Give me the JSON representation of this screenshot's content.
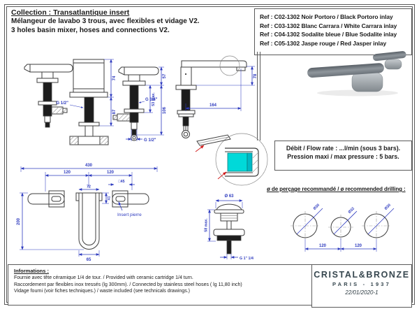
{
  "header": {
    "collection": "Collection : Transatlantique insert",
    "subtitle_fr": "Mélangeur de lavabo 3 trous, avec flexibles et vidage V2.",
    "subtitle_en": "3 holes basin mixer, hoses and connections V2."
  },
  "refs": {
    "items": [
      "Ref : C02-1302 Noir Portoro / Black Portoro inlay",
      "Ref : C03-1302 Blanc Carrara / White Carrara inlay",
      "Ref : C04-1302 Sodalite bleue / Blue Sodalite inlay",
      "Ref : C05-1302 Jaspe rouge / Red Jasper inlay"
    ]
  },
  "flow": {
    "line1": "Débit / Flow rate : ...l/min (sous 3 bars).",
    "line2": "Pression maxi / max pressure : 5 bars."
  },
  "drilling": {
    "heading": "ø de perçage recommandé / ø recommended drilling :",
    "hole_left": "Ø30",
    "hole_center": "Ø32",
    "hole_right": "Ø30",
    "spacing_left": "120",
    "spacing_right": "120"
  },
  "dims": {
    "valve_front": {
      "thread": "G 1/2\"",
      "height_top": "74",
      "height_bottom": "87"
    },
    "valve_side": {
      "thread_top": "G 3/4\"",
      "deck_max": "53 max.",
      "height_top": "57",
      "height_total": "106",
      "thread_bottom": "G 1/2\""
    },
    "spout": {
      "reach": "164",
      "height": "78"
    },
    "plan": {
      "total_width": "430",
      "pitch_left": "120",
      "pitch_right": "120",
      "escutcheon": "□45",
      "spout_width_top": "72",
      "shoulder_depth": "41",
      "depth": "200",
      "spout_width_bottom": "65",
      "insert_label": "Insert pierre"
    },
    "waste": {
      "diameter": "Ø 63",
      "deck_max": "58 max.",
      "thread": "G 1\" 1/4"
    }
  },
  "informations": {
    "heading": "Informations :",
    "lines": [
      "Fournie avec tête céramique 1/4 de tour. / Provided with ceramic cartridge 1/4 turn.",
      "Raccordement par flexibles inox tressés (lg 300mm). / Connected by stainless steel hoses ( lg 11,80 inch)",
      "Vidage fourni (voir fiches techniques.) / waste included (see technicals drawings.)"
    ]
  },
  "brand": {
    "name": "CRISTAL&BRONZE",
    "city_year": "PARIS  -  1937",
    "doc_date": "22/01/2020-1"
  },
  "colors": {
    "dimension_blue": "#2e3bbf",
    "line_dark": "#3d3d3d",
    "inlay_cyan": "#00d9d9",
    "accent_red": "#d01818",
    "brand_dark": "#37474f"
  }
}
